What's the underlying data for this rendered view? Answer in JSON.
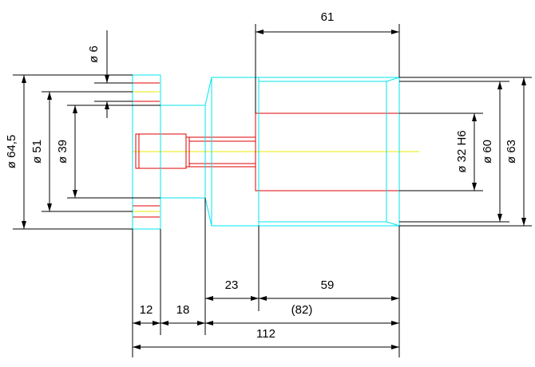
{
  "colors": {
    "outline": "#00e5ee",
    "hidden": "#e00000",
    "center": "#e8e800",
    "dimension": "#000000",
    "background": "#ffffff"
  },
  "dimensions": {
    "d6": "ø 6",
    "d64_5": "ø 64,5",
    "d51": "ø 51",
    "d39": "ø 39",
    "d32h6": "ø 32 H6",
    "d60": "ø 60",
    "d63": "ø 63",
    "l61": "61",
    "l23": "23",
    "l59": "59",
    "l82": "(82)",
    "l12": "12",
    "l18": "18",
    "l112": "112"
  }
}
